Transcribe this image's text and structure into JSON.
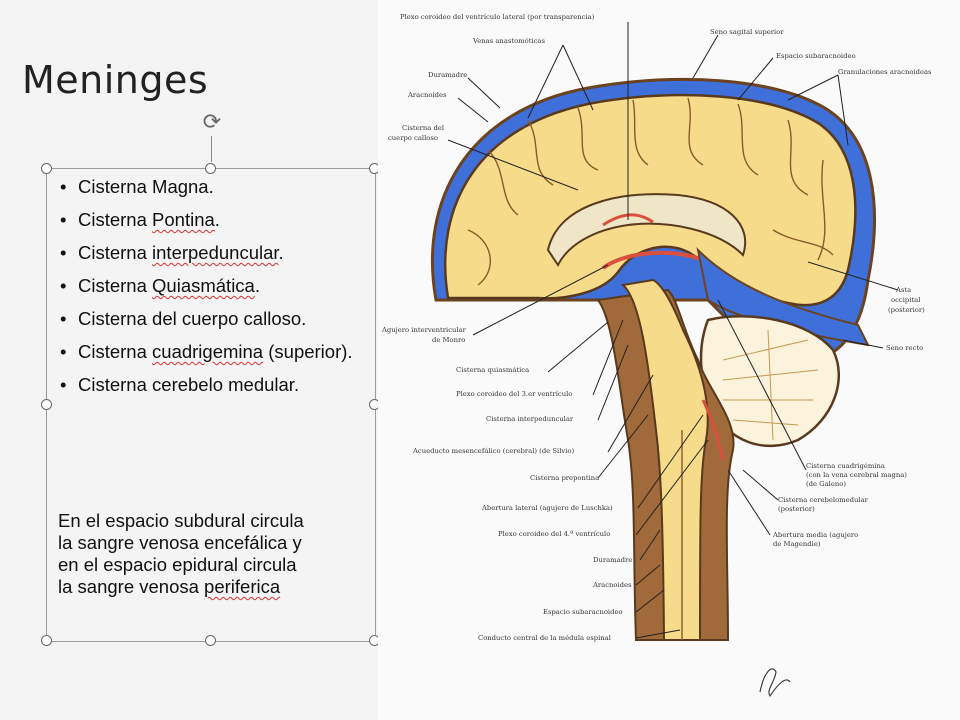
{
  "slide": {
    "title": "Meninges",
    "bullets": [
      {
        "before": "Cisterna ",
        "word": "Magna",
        "after": ".",
        "underline": false
      },
      {
        "before": "Cisterna ",
        "word": "Pontina",
        "after": ".",
        "underline": true
      },
      {
        "before": "Cisterna ",
        "word": "interpeduncular",
        "after": ".",
        "underline": true
      },
      {
        "before": "Cisterna ",
        "word": "Quiasmática",
        "after": ".",
        "underline": true
      },
      {
        "before": "Cisterna del cuerpo calloso",
        "word": "",
        "after": ".",
        "underline": false
      },
      {
        "before": "Cisterna ",
        "word": "cuadrigemina",
        "after": " (superior).",
        "underline": true
      },
      {
        "before": "Cisterna cerebelo medular",
        "word": "",
        "after": ".",
        "underline": false
      }
    ],
    "paragraph": {
      "line1": "En el espacio subdural circula",
      "line2": "la sangre venosa encefálica y",
      "line3": "en el espacio epidural circula",
      "line4_before": "la sangre venosa ",
      "line4_word": "periferica"
    }
  },
  "figure": {
    "labels": {
      "plexo_lateral": "Plexo coroideo del ventrículo lateral (por transparencia)",
      "venas": "Venas anastomóticas",
      "duramadre_top": "Duramadre",
      "aracnoides_top": "Aracnoides",
      "cisterna_cuerpo_1": "Cisterna del",
      "cisterna_cuerpo_2": "cuerpo calloso",
      "seno_sagital": "Seno sagital superior",
      "espacio_sub_top": "Espacio subaracnoideo",
      "granulaciones": "Granulaciones aracnoideas",
      "agujero_1": "Agujero interventricular",
      "agujero_2": "de Monro",
      "cist_quiasmatica": "Cisterna quiasmática",
      "plexo_3": "Plexo coroideo del 3.er ventrículo",
      "cist_interped": "Cisterna interpeduncular",
      "acueducto": "Acueducto mesencefálico (cerebral) (de Silvio)",
      "cist_pontina": "Cisterna prepontina",
      "abertura_lat": "Abertura lateral (agujero de Luschka)",
      "plexo_4": "Plexo coroideo del 4.º ventrículo",
      "duramadre_low": "Duramadre",
      "aracnoides_low": "Aracnoides",
      "espacio_sub_low": "Espacio subaracnoideo",
      "conducto": "Conducto central de la médula espinal",
      "asta_1": "Asta",
      "asta_2": "occipital",
      "asta_3": "(posterior)",
      "seno_recto": "Seno recto",
      "cuadrig_1": "Cisterna cuadrigémina",
      "cuadrig_2": "(con la vena cerebral magna)",
      "cuadrig_3": "(de Galeno)",
      "cerebelomed_1": "Cisterna cerebelomedular",
      "cerebelomed_2": "(posterior)",
      "abertura_med_1": "Abertura media (agujero",
      "abertura_med_2": "de Magendie)"
    },
    "colors": {
      "brain": "#f6dc8a",
      "brain_outline": "#5a3a1e",
      "csf_blue": "#3f6fd8",
      "dura_brown": "#6b4320",
      "plexus_red": "#d9503f"
    }
  }
}
